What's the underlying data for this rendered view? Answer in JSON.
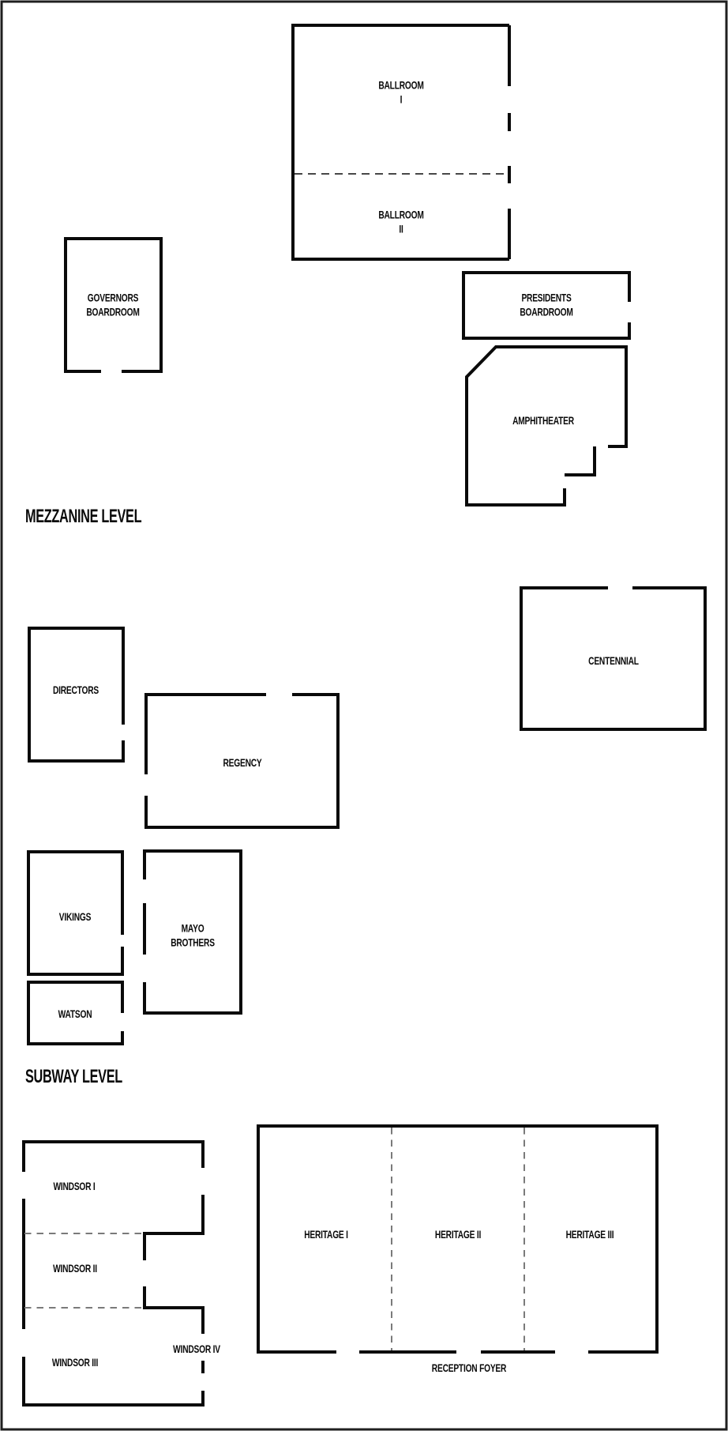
{
  "page": {
    "background": "#ffffff",
    "border_color": "#1f1f1f"
  },
  "colors": {
    "wall": "#0a0a0a",
    "dashed_divider_dark": "#2f2f2f",
    "dashed_divider_gray": "#7a7a7a",
    "text": "#0a0a0a"
  },
  "level_headers": {
    "mezzanine": "MEZZANINE LEVEL",
    "subway": "SUBWAY LEVEL"
  },
  "rooms": {
    "ballroom_i": "BALLROOM\nI",
    "ballroom_ii": "BALLROOM\nII",
    "governors_boardroom": "GOVERNORS\nBOARDROOM",
    "presidents_boardroom": "PRESIDENTS\nBOARDROOM",
    "amphitheater": "AMPHITHEATER",
    "centennial": "CENTENNIAL",
    "directors": "DIRECTORS",
    "regency": "REGENCY",
    "vikings": "VIKINGS",
    "mayo_brothers": "MAYO\nBROTHERS",
    "watson": "WATSON",
    "windsor_i": "WINDSOR I",
    "windsor_ii": "WINDSOR II",
    "windsor_iii": "WINDSOR III",
    "windsor_iv": "WINDSOR IV",
    "heritage_i": "HERITAGE I",
    "heritage_ii": "HERITAGE II",
    "heritage_iii": "HERITAGE III",
    "reception_foyer": "RECEPTION FOYER"
  }
}
